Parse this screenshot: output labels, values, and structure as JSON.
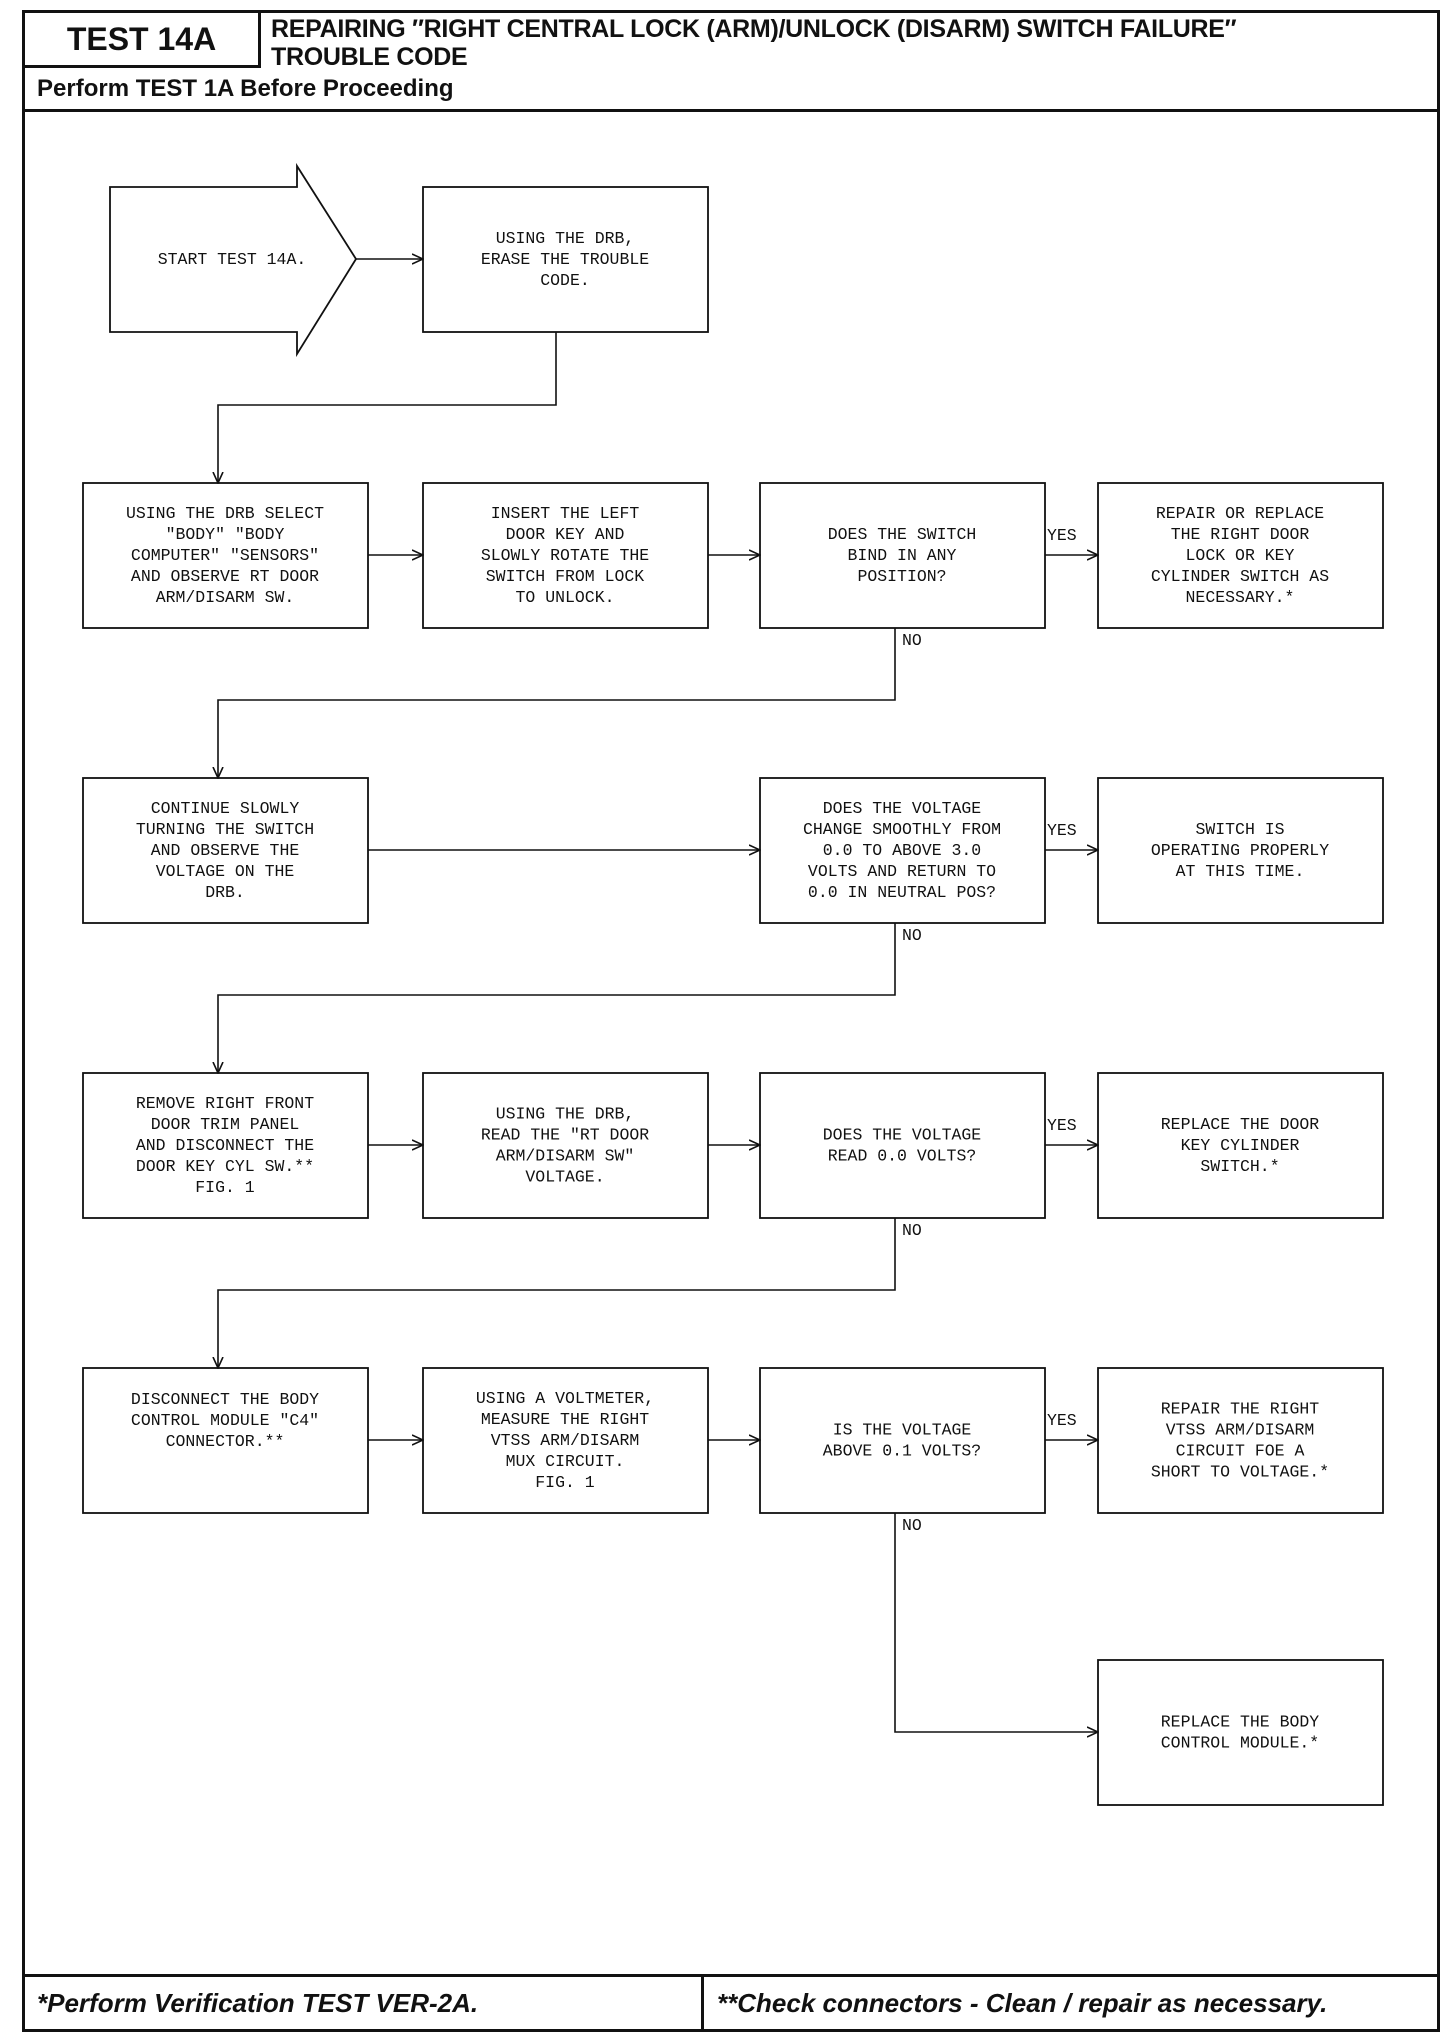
{
  "header": {
    "test_id": "TEST 14A",
    "title_line_1": "REPAIRING ″RIGHT CENTRAL LOCK (ARM)/UNLOCK (DISARM) SWITCH FAILURE″",
    "title_line_2": "TROUBLE CODE",
    "subheader": "Perform TEST 1A Before Proceeding"
  },
  "footer": {
    "left": "*Perform Verification TEST VER-2A.",
    "right": "**Check connectors - Clean / repair as necessary."
  },
  "flowchart": {
    "start": {
      "lines": [
        "START TEST 14A."
      ]
    },
    "erase": {
      "lines": [
        "USING THE DRB,",
        "ERASE THE TROUBLE",
        "CODE."
      ]
    },
    "select": {
      "lines": [
        "USING THE DRB SELECT",
        "\"BODY\" \"BODY",
        "COMPUTER\" \"SENSORS\"",
        "AND OBSERVE RT DOOR",
        "ARM/DISARM SW."
      ]
    },
    "insert_key": {
      "lines": [
        "INSERT THE LEFT",
        "DOOR KEY AND",
        "SLOWLY ROTATE THE",
        "SWITCH FROM LOCK",
        "TO UNLOCK."
      ]
    },
    "q_bind": {
      "lines": [
        "DOES THE SWITCH",
        "BIND IN ANY",
        "POSITION?"
      ]
    },
    "repair_lock": {
      "lines": [
        "REPAIR OR REPLACE",
        "THE RIGHT DOOR",
        "LOCK OR KEY",
        "CYLINDER SWITCH AS",
        "NECESSARY.*"
      ]
    },
    "continue_turning": {
      "lines": [
        "CONTINUE SLOWLY",
        "TURNING THE SWITCH",
        "AND OBSERVE THE",
        "VOLTAGE ON THE",
        "DRB."
      ]
    },
    "q_smooth": {
      "lines": [
        "DOES THE VOLTAGE",
        "CHANGE SMOOTHLY FROM",
        "0.0 TO ABOVE 3.0",
        "VOLTS AND RETURN TO",
        "0.0 IN NEUTRAL POS?"
      ]
    },
    "switch_ok": {
      "lines": [
        "SWITCH IS",
        "OPERATING PROPERLY",
        "AT THIS TIME."
      ]
    },
    "remove_trim": {
      "lines": [
        "REMOVE RIGHT FRONT",
        "DOOR TRIM PANEL",
        "AND DISCONNECT THE",
        "DOOR KEY CYL SW.**",
        "FIG. 1"
      ]
    },
    "read_voltage": {
      "lines": [
        "USING THE DRB,",
        "READ THE \"RT DOOR",
        "ARM/DISARM SW\"",
        "VOLTAGE."
      ]
    },
    "q_zero": {
      "lines": [
        "DOES THE VOLTAGE",
        "READ 0.0 VOLTS?"
      ]
    },
    "replace_switch": {
      "lines": [
        "REPLACE THE DOOR",
        "KEY CYLINDER",
        "SWITCH.*"
      ]
    },
    "disconnect_bcm": {
      "lines": [
        "DISCONNECT THE BODY",
        "CONTROL MODULE \"C4\"",
        "CONNECTOR.**"
      ]
    },
    "measure_vtss": {
      "lines": [
        "USING A VOLTMETER,",
        "MEASURE THE RIGHT",
        "VTSS ARM/DISARM",
        "MUX CIRCUIT.",
        "FIG. 1"
      ]
    },
    "q_above": {
      "lines": [
        "IS THE VOLTAGE",
        "ABOVE 0.1 VOLTS?"
      ]
    },
    "repair_vtss": {
      "lines": [
        "REPAIR THE RIGHT",
        "VTSS ARM/DISARM",
        "CIRCUIT FOE A",
        "SHORT TO VOLTAGE.*"
      ]
    },
    "replace_bcm": {
      "lines": [
        "REPLACE THE BODY",
        "CONTROL MODULE.*"
      ]
    },
    "labels": {
      "yes": "YES",
      "no": "NO"
    }
  }
}
